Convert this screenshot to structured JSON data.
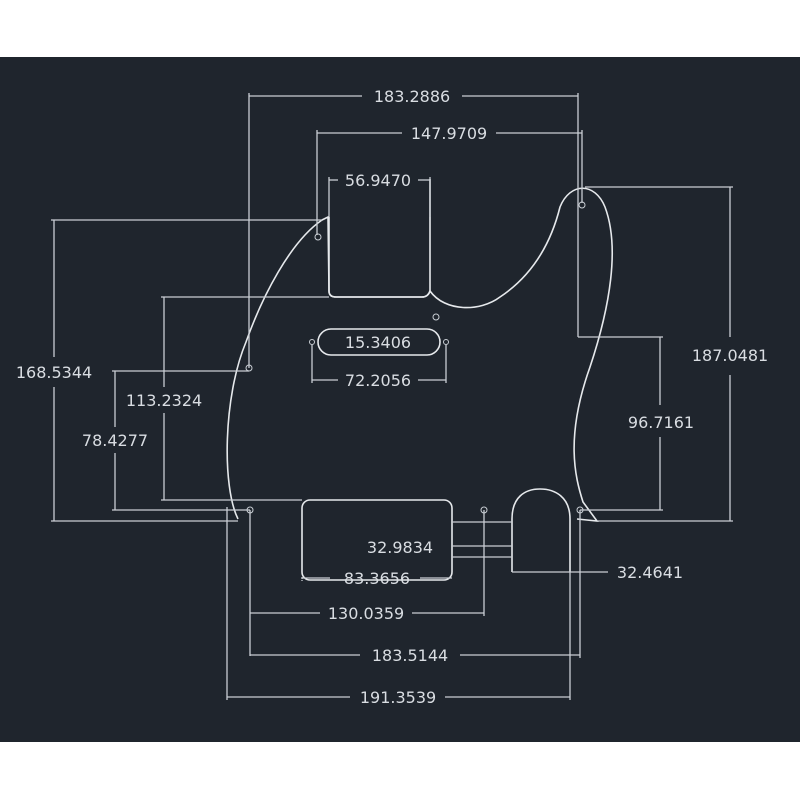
{
  "diagram": {
    "colors": {
      "background": "#1f252d",
      "line": "#c9ced4",
      "text": "#d9dde2"
    },
    "dimensions": {
      "d1": "183.2886",
      "d2": "147.9709",
      "d3": "56.9470",
      "d4": "187.0481",
      "d5": "168.5344",
      "d6": "113.2324",
      "d7": "78.4277",
      "d8": "15.3406",
      "d9": "72.2056",
      "d10": "96.7161",
      "d11": "32.9834",
      "d12": "83.3656",
      "d13": "32.4641",
      "d14": "130.0359",
      "d15": "183.5144",
      "d16": "191.3539"
    }
  }
}
